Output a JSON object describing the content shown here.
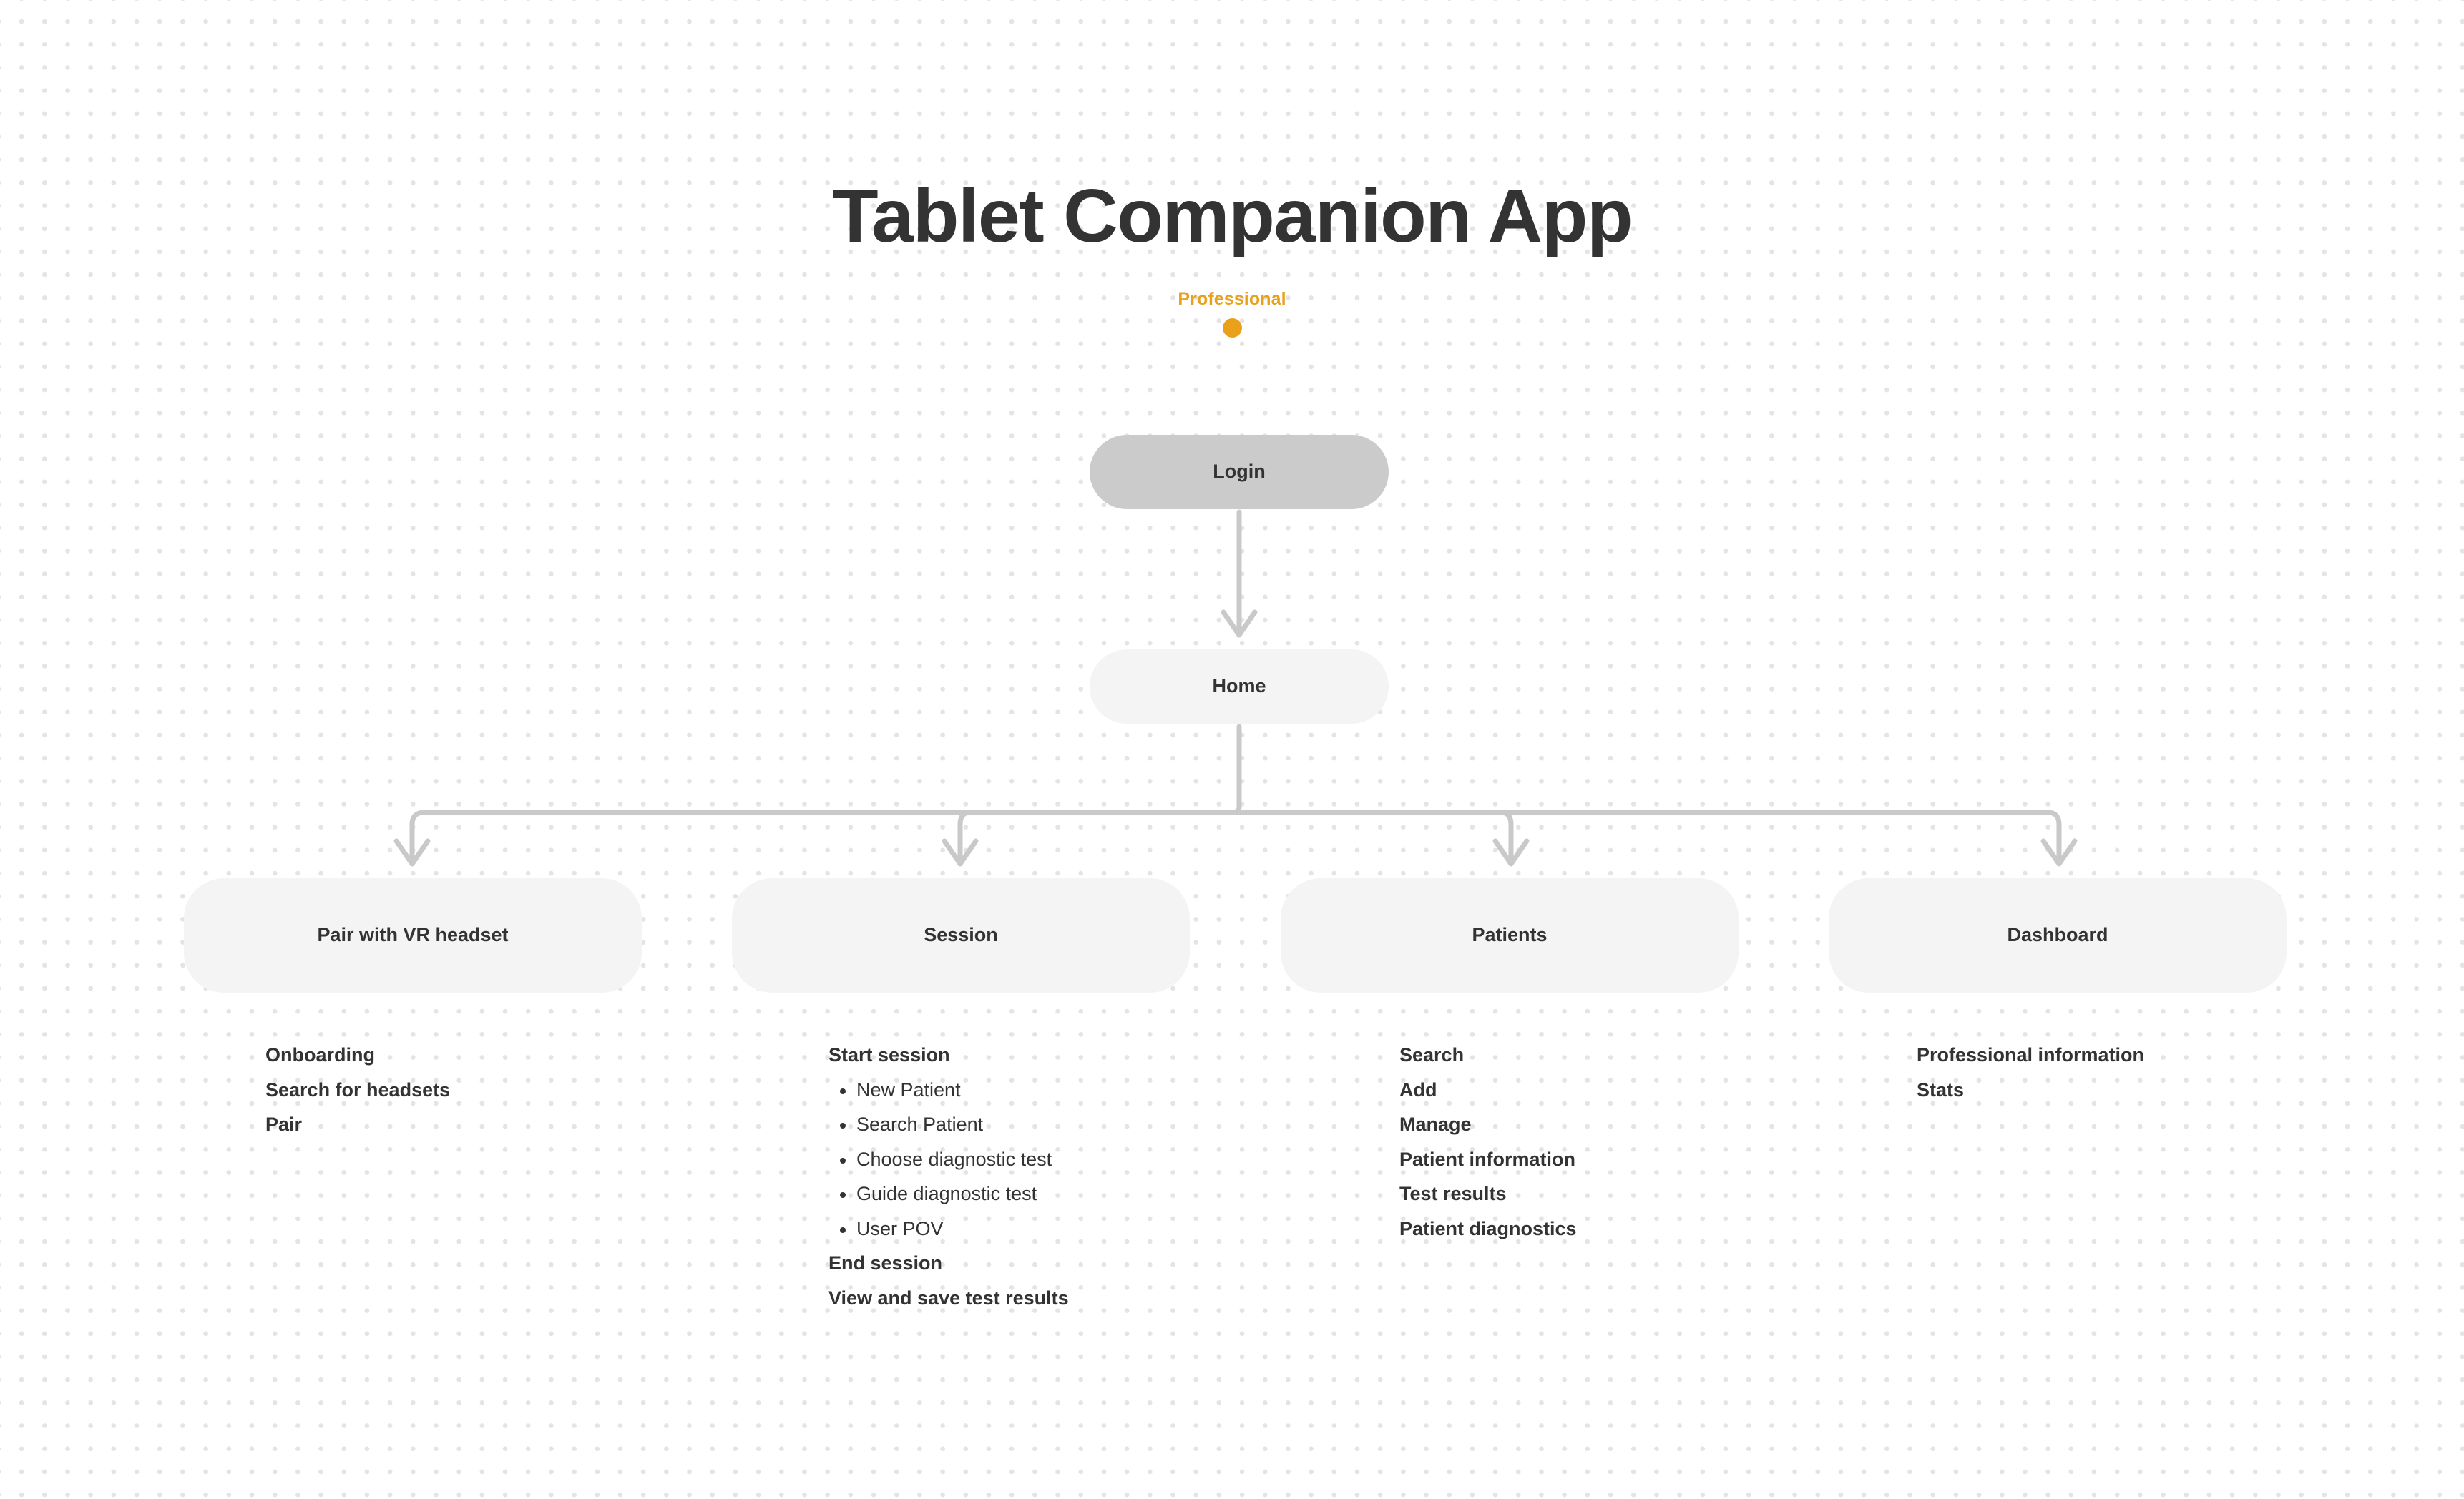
{
  "title": "Tablet Companion App",
  "role": {
    "label": "Professional",
    "color": "#E9A11B"
  },
  "colors": {
    "accent": "#E9A11B",
    "login_node_bg": "#CBCBCB",
    "node_bg": "#F4F4F4",
    "text": "#333333",
    "connector": "#C9C9C9",
    "dot_grid": "#E4E4E4",
    "page_bg": "#FFFFFF"
  },
  "flow": {
    "root": {
      "label": "Login"
    },
    "second": {
      "label": "Home"
    },
    "children": [
      {
        "label": "Pair with VR headset",
        "details": [
          {
            "text": "Onboarding",
            "bold": true
          },
          {
            "text": "Search for headsets",
            "bold": true
          },
          {
            "text": "Pair",
            "bold": true
          }
        ]
      },
      {
        "label": "Session",
        "details": [
          {
            "text": "Start session",
            "bold": true
          },
          {
            "text": "New Patient",
            "bold": false,
            "bullet": true
          },
          {
            "text": "Search Patient",
            "bold": false,
            "bullet": true
          },
          {
            "text": "Choose diagnostic test",
            "bold": false,
            "bullet": true
          },
          {
            "text": "Guide diagnostic test",
            "bold": false,
            "bullet": true
          },
          {
            "text": "User POV",
            "bold": false,
            "bullet": true
          },
          {
            "text": "End session",
            "bold": true
          },
          {
            "text": "View and save test results",
            "bold": true
          }
        ]
      },
      {
        "label": "Patients",
        "details": [
          {
            "text": "Search",
            "bold": true
          },
          {
            "text": "Add",
            "bold": true
          },
          {
            "text": "Manage",
            "bold": true
          },
          {
            "text": "Patient information",
            "bold": true
          },
          {
            "text": "Test results",
            "bold": true
          },
          {
            "text": "Patient diagnostics",
            "bold": true
          }
        ]
      },
      {
        "label": "Dashboard",
        "details": [
          {
            "text": "Professional information",
            "bold": true
          },
          {
            "text": "Stats",
            "bold": true
          }
        ]
      }
    ]
  },
  "connectors": [
    {
      "name": "login-to-home",
      "from": "Login",
      "to": "Home",
      "arrow": "chevron-down"
    },
    {
      "name": "home-to-pair",
      "from": "Home",
      "to": "Pair with VR headset",
      "arrow": "chevron-down"
    },
    {
      "name": "home-to-session",
      "from": "Home",
      "to": "Session",
      "arrow": "chevron-down"
    },
    {
      "name": "home-to-patients",
      "from": "Home",
      "to": "Patients",
      "arrow": "chevron-down"
    },
    {
      "name": "home-to-dashboard",
      "from": "Home",
      "to": "Dashboard",
      "arrow": "chevron-down"
    }
  ]
}
